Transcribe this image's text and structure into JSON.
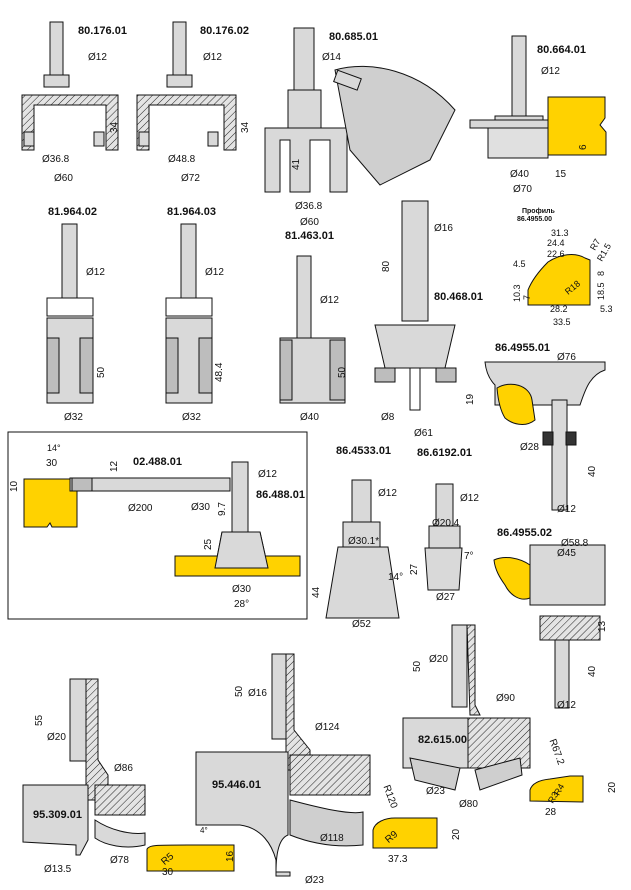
{
  "colors": {
    "material": "#FFD200",
    "steel": "#D9D9D9",
    "line": "#111111"
  },
  "drawings": [
    {
      "code": "80.176.01",
      "dims": [
        "Ø12",
        "34",
        "Ø36.8",
        "Ø60"
      ]
    },
    {
      "code": "80.176.02",
      "dims": [
        "Ø12",
        "34",
        "Ø48.8",
        "Ø72"
      ]
    },
    {
      "code": "80.685.01",
      "dims": [
        "Ø14",
        "41",
        "Ø36.8",
        "Ø60"
      ]
    },
    {
      "code": "80.664.01",
      "dims": [
        "Ø12",
        "6",
        "Ø40",
        "15",
        "Ø70"
      ]
    },
    {
      "code": "81.964.02",
      "dims": [
        "Ø12",
        "50",
        "Ø32"
      ]
    },
    {
      "code": "81.964.03",
      "dims": [
        "Ø12",
        "48.4",
        "Ø32"
      ]
    },
    {
      "code": "81.463.01",
      "dims": [
        "Ø12",
        "50",
        "Ø40"
      ]
    },
    {
      "code": "80.468.01",
      "dims": [
        "Ø16",
        "80",
        "19",
        "Ø8",
        "Ø61"
      ]
    },
    {
      "code": "86.4955.01",
      "dims": [
        "Ø76",
        "Ø28",
        "40",
        "Ø12"
      ]
    },
    {
      "code": "02.488.01",
      "dims": [
        "14°",
        "30",
        "12",
        "10",
        "Ø200",
        "Ø30",
        "9.7"
      ]
    },
    {
      "code": "86.488.01",
      "dims": [
        "Ø12",
        "25",
        "Ø30",
        "28°"
      ]
    },
    {
      "code": "86.4533.01",
      "dims": [
        "Ø12",
        "Ø30.1*",
        "14°",
        "44",
        "Ø52"
      ]
    },
    {
      "code": "86.6192.01",
      "dims": [
        "Ø12",
        "Ø20.4",
        "7°",
        "27",
        "Ø27"
      ]
    },
    {
      "code": "86.4955.02",
      "dims": [
        "Ø58.8",
        "Ø45",
        "13",
        "40",
        "Ø12"
      ]
    },
    {
      "code": "95.309.01",
      "dims": [
        "55",
        "Ø20",
        "Ø86",
        "Ø78",
        "Ø13.5",
        "R5",
        "4°",
        "16",
        "30"
      ]
    },
    {
      "code": "95.446.01",
      "dims": [
        "50",
        "Ø16",
        "Ø124",
        "Ø118",
        "Ø23",
        "R120",
        "R9",
        "20",
        "37.3"
      ]
    },
    {
      "code": "82.615.00",
      "dims": [
        "50",
        "Ø20",
        "Ø90",
        "Ø23",
        "Ø80",
        "R67.2",
        "R4",
        "R3",
        "20",
        "28"
      ]
    }
  ],
  "profile": {
    "title": "Профиль",
    "code": "86.4955.00",
    "dims": [
      "31.3",
      "24.4",
      "22.6",
      "R7",
      "R1.5",
      "4.5",
      "R18",
      "10.3",
      "7",
      "8",
      "18.5",
      "28.2",
      "5.3",
      "33.5"
    ]
  }
}
